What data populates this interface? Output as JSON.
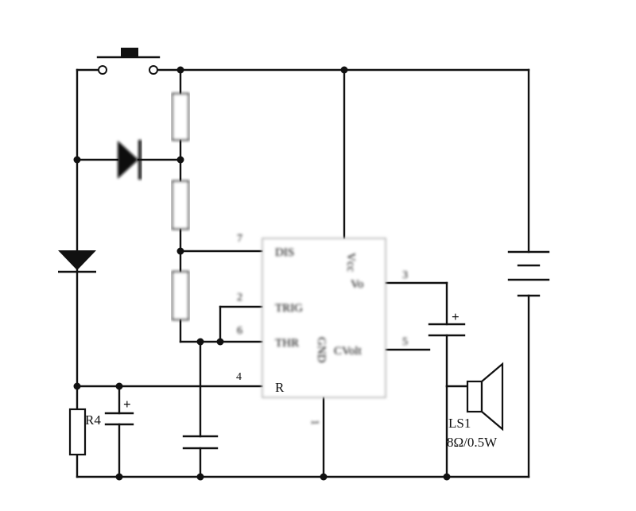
{
  "ic": {
    "pin_labels": {
      "dis": "DIS",
      "trig": "TRIG",
      "thr": "THR",
      "r": "R",
      "vcc": "Vcc",
      "vo": "Vo",
      "cvolt": "CVolt",
      "gnd": "GND"
    },
    "pin_numbers": {
      "p7": "7",
      "p2": "2",
      "p6": "6",
      "p4": "4",
      "p3": "3",
      "p5": "5",
      "p1": "1"
    }
  },
  "components": {
    "r4_label": "R4",
    "speaker_label": "LS1",
    "speaker_rating": "8Ω/0.5W",
    "cap_plus": "+"
  }
}
